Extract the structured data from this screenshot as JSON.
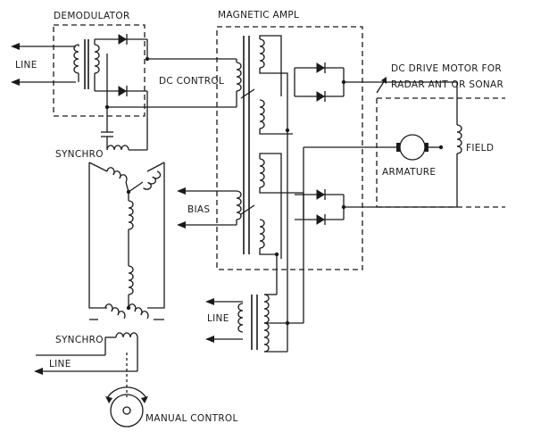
{
  "labels": {
    "demodulator": "DEMODULATOR",
    "magnetic_ampl": "MAGNETIC AMPL",
    "dc_drive_motor_line1": "DC DRIVE MOTOR FOR",
    "dc_drive_motor_line2": "RADAR ANT OR SONAR",
    "line_top": "LINE",
    "dc_control": "DC CONTROL",
    "synchro_top": "SYNCHRO",
    "bias": "BIAS",
    "armature": "ARMATURE",
    "field": "FIELD",
    "line_mid": "LINE",
    "synchro_bottom": "SYNCHRO",
    "line_bottom": "LINE",
    "manual_control": "MANUAL CONTROL"
  }
}
